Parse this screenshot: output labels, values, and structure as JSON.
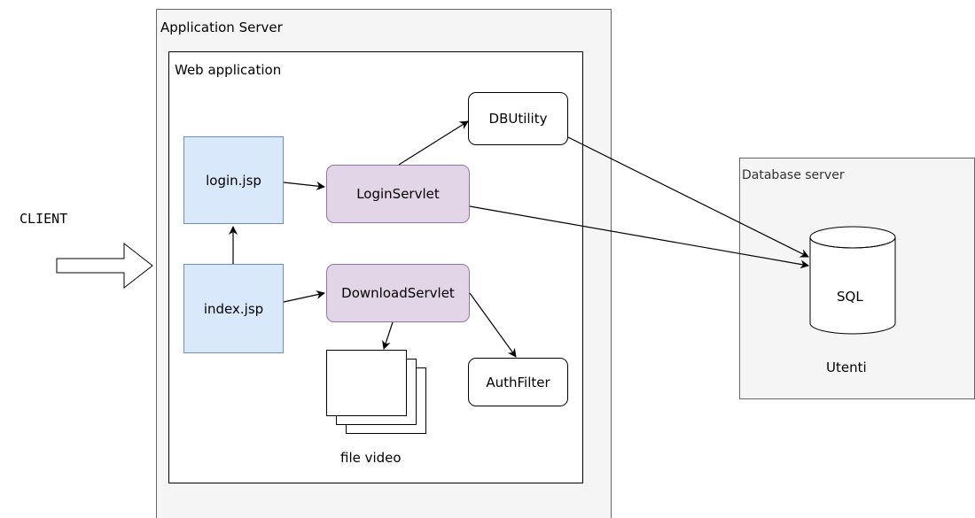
{
  "client": {
    "label": "CLIENT"
  },
  "app_server": {
    "title": "Application Server",
    "web_app": {
      "title": "Web application",
      "nodes": {
        "login_jsp": "login.jsp",
        "index_jsp": "index.jsp",
        "login_servlet": "LoginServlet",
        "download_servlet": "DownloadServlet",
        "db_utility": "DBUtility",
        "auth_filter": "AuthFilter"
      },
      "file_video": "file video"
    }
  },
  "db_server": {
    "title": "Database server",
    "db": {
      "label": "SQL",
      "caption": "Utenti"
    }
  },
  "colors": {
    "container_fill": "#f5f5f5",
    "container_stroke": "#666666",
    "jsp_fill": "#dae8fc",
    "jsp_stroke": "#6c8ebf",
    "servlet_fill": "#e1d5e7",
    "servlet_stroke": "#9673a6"
  }
}
